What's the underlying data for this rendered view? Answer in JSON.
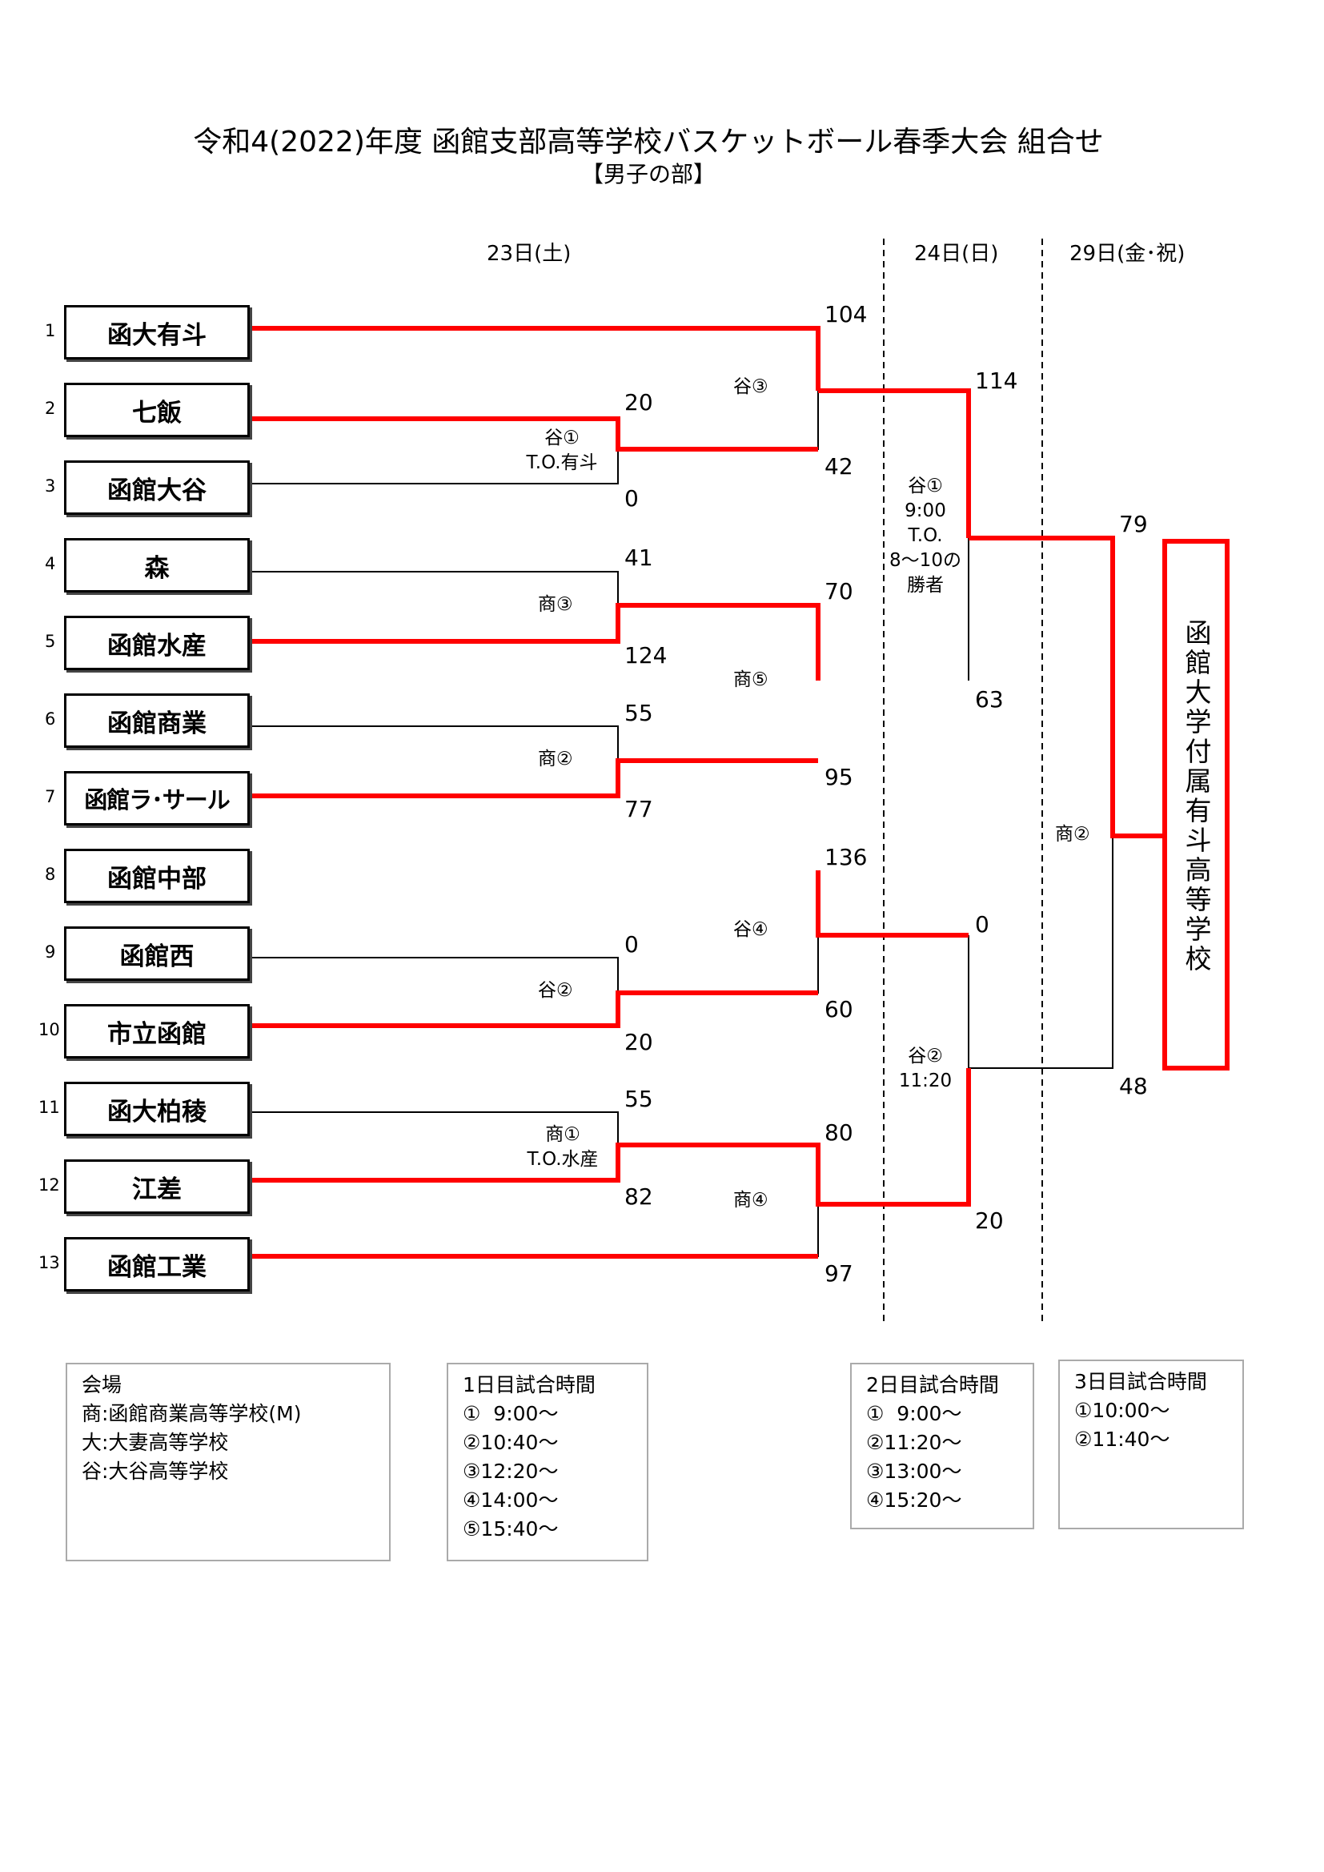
{
  "title": "令和4(2022)年度  函館支部高等学校バスケットボール春季大会  組合せ",
  "subtitle": "【男子の部】",
  "days": {
    "day1": "23日(土)",
    "day2": "24日(日)",
    "day3": "29日(金･祝)"
  },
  "teams": [
    {
      "no": "1",
      "name": "函大有斗"
    },
    {
      "no": "2",
      "name": "七飯"
    },
    {
      "no": "3",
      "name": "函館大谷"
    },
    {
      "no": "4",
      "name": "森"
    },
    {
      "no": "5",
      "name": "函館水産"
    },
    {
      "no": "6",
      "name": "函館商業"
    },
    {
      "no": "7",
      "name": "函館ラ･サール"
    },
    {
      "no": "8",
      "name": "函館中部"
    },
    {
      "no": "9",
      "name": "函館西"
    },
    {
      "no": "10",
      "name": "市立函館"
    },
    {
      "no": "11",
      "name": "函大柏稜"
    },
    {
      "no": "12",
      "name": "江差"
    },
    {
      "no": "13",
      "name": "函館工業"
    }
  ],
  "scores": {
    "r1_2v3_top": "20",
    "r1_2v3_bot": "0",
    "r1_4v5_top": "41",
    "r1_4v5_bot": "124",
    "r1_6v7_top": "55",
    "r1_6v7_bot": "77",
    "r1_9v10_top": "0",
    "r1_9v10_bot": "20",
    "r1_11v12_top": "55",
    "r1_11v12_bot": "82",
    "r2_a_top": "104",
    "r2_a_bot": "42",
    "r2_b_top": "70",
    "r2_b_bot": "95",
    "r2_c_top": "136",
    "r2_c_bot": "60",
    "r2_d_top": "80",
    "r2_d_bot": "97",
    "sf1_top": "114",
    "sf1_bot": "63",
    "sf2_top": "0",
    "sf2_bot": "20",
    "final_top": "79",
    "final_bot": "48"
  },
  "match_labels": {
    "m_2v3": "谷①",
    "m_2v3_to": "T.O.有斗",
    "m_4v5": "商③",
    "m_6v7": "商②",
    "m_9v10": "谷②",
    "m_11v12": "商①",
    "m_11v12_to": "T.O.水産",
    "r2_a": "谷③",
    "r2_b": "商⑤",
    "r2_c": "谷④",
    "r2_d": "商④",
    "sf1_l1": "谷①",
    "sf1_l2": "9:00",
    "sf1_l3": "T.O.",
    "sf1_l4": "8～10の",
    "sf1_l5": "勝者",
    "sf2_l1": "谷②",
    "sf2_l2": "11:20",
    "final": "商②"
  },
  "champion": "函館大学付属有斗高等学校",
  "venue": {
    "heading": "会場",
    "lines": [
      "商:函館商業高等学校(M)",
      "大:大妻高等学校",
      "谷:大谷高等学校"
    ]
  },
  "schedule_day1": {
    "heading": "1日目試合時間",
    "lines": [
      "①  9:00～",
      "②10:40～",
      "③12:20～",
      "④14:00～",
      "⑤15:40～"
    ]
  },
  "schedule_day2": {
    "heading": "2日目試合時間",
    "lines": [
      "①  9:00～",
      "②11:20～",
      "③13:00～",
      "④15:20～"
    ]
  },
  "schedule_day3": {
    "heading": "3日目試合時間",
    "lines": [
      "①10:00～",
      "②11:40～"
    ]
  },
  "colors": {
    "win_line": "#ff0000",
    "lose_line": "#000000"
  }
}
